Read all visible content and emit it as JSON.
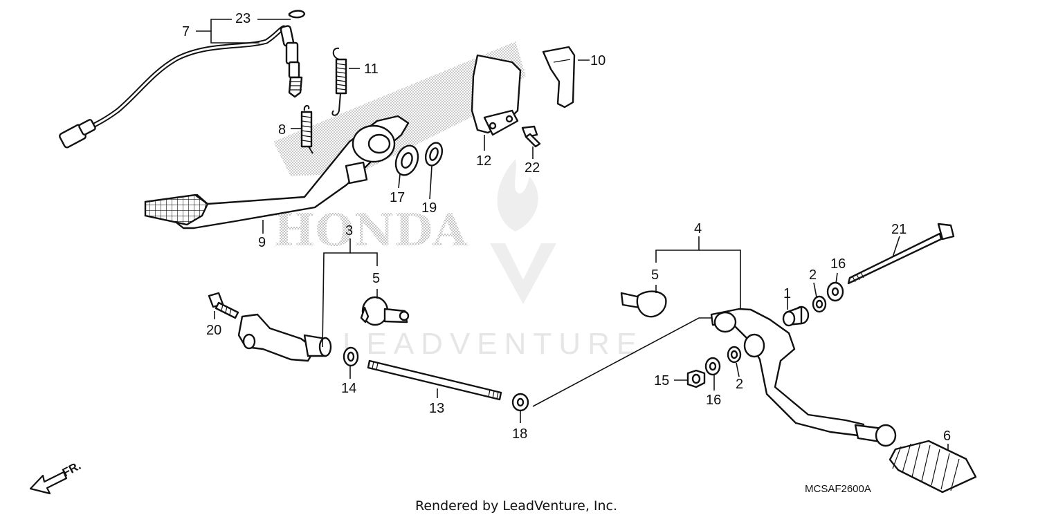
{
  "diagram_code": "MCSAF2600A",
  "footer_text": "Rendered by LeadVenture, Inc.",
  "front_indicator": "FR.",
  "watermark": {
    "brand": "HONDA",
    "dealer": "LEADVENTURE"
  },
  "callouts": {
    "c1": "1",
    "c2a": "2",
    "c2b": "2",
    "c3": "3",
    "c4": "4",
    "c5a": "5",
    "c5b": "5",
    "c6": "6",
    "c7": "7",
    "c8": "8",
    "c9": "9",
    "c10": "10",
    "c11": "11",
    "c12": "12",
    "c13": "13",
    "c14": "14",
    "c15": "15",
    "c16a": "16",
    "c16b": "16",
    "c17": "17",
    "c18": "18",
    "c19": "19",
    "c20": "20",
    "c21": "21",
    "c22": "22",
    "c23": "23"
  }
}
